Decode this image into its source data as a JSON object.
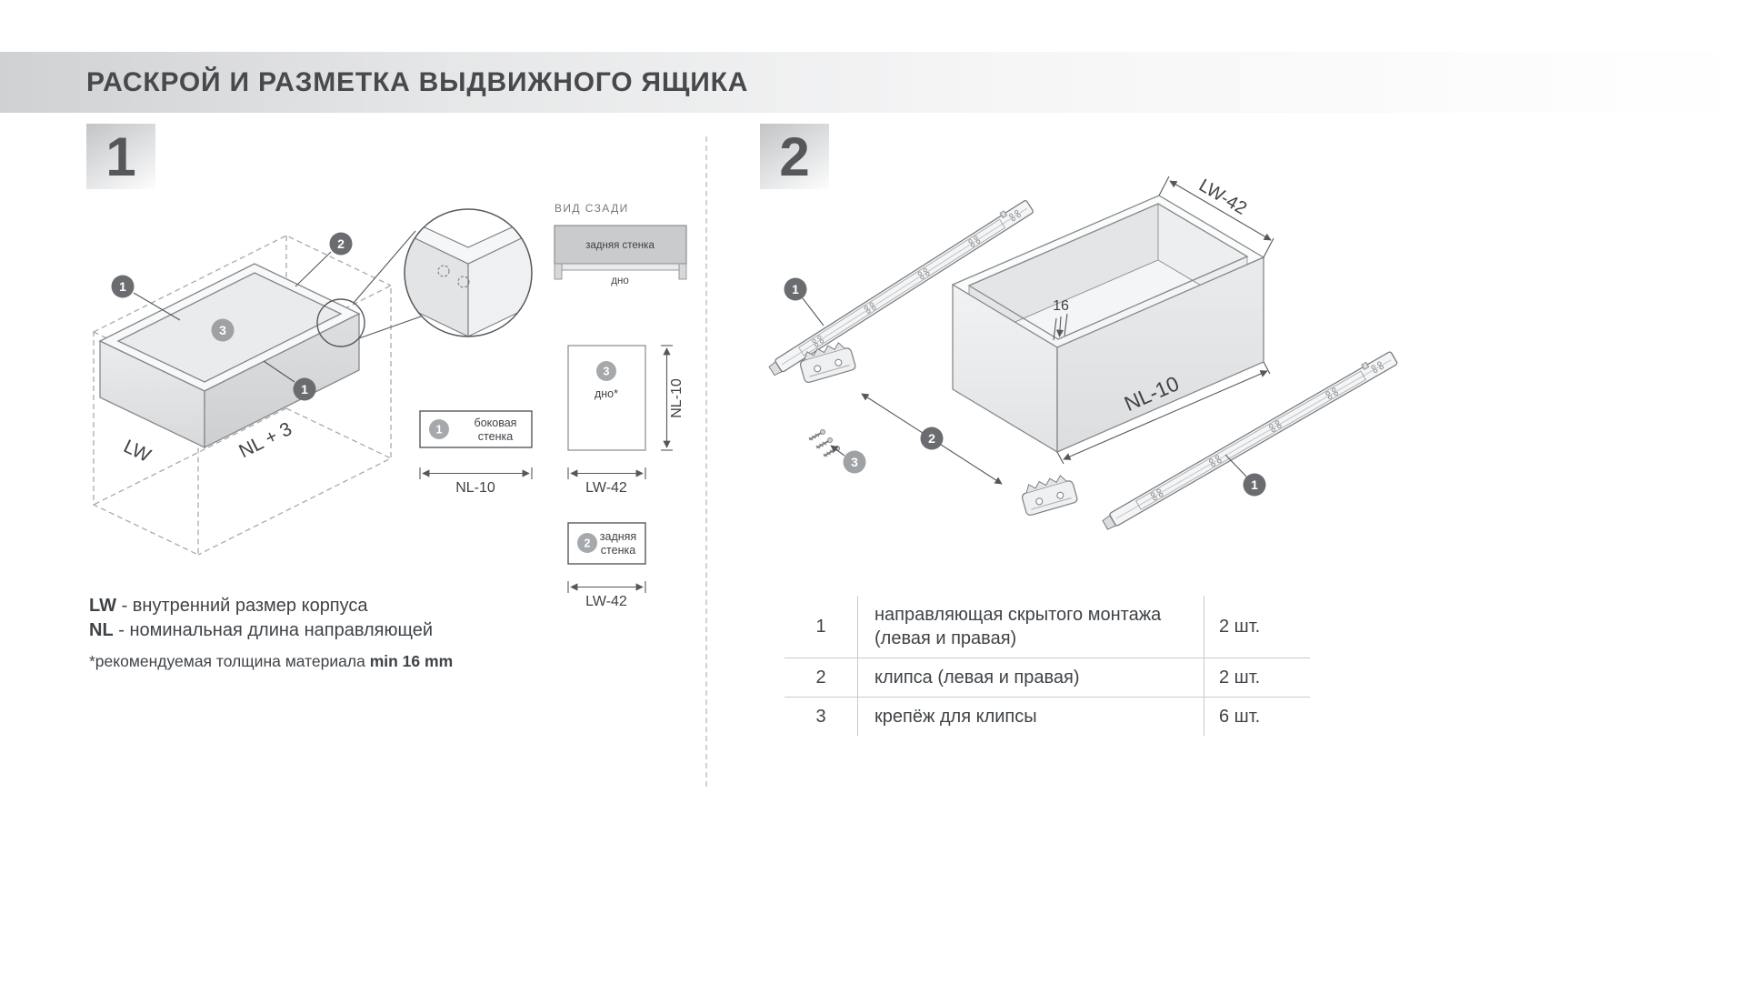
{
  "header": {
    "title": "РАСКРОЙ И РАЗМЕТКА ВЫДВИЖНОГО ЯЩИКА"
  },
  "colors": {
    "title_text": "#47494c",
    "drawing_line": "#85888b",
    "callout_dark": "#6a6c6f",
    "callout_light": "#9fa2a5",
    "badge_gray": "#a6a9ac",
    "table_line": "#c8cacc"
  },
  "section1": {
    "number": "1",
    "callouts": {
      "c1": "1",
      "c2": "2",
      "c3": "3"
    },
    "iso_dims": {
      "lw": "LW",
      "nl3": "NL + 3"
    },
    "rear_view": {
      "title": "ВИД СЗАДИ",
      "back_wall": "задняя стенка",
      "bottom": "дно"
    },
    "panels": {
      "side": {
        "badge": "1",
        "line1": "боковая",
        "line2": "стенка",
        "dim_w": "NL-10"
      },
      "bottom": {
        "badge": "3",
        "label": "дно*",
        "dim_h": "NL-10",
        "dim_w": "LW-42"
      },
      "back": {
        "badge": "2",
        "line1": "задняя",
        "line2": "стенка",
        "dim_w": "LW-42"
      }
    },
    "legend": {
      "rows": [
        {
          "term": "LW",
          "desc": "- внутренний размер корпуса"
        },
        {
          "term": "NL",
          "desc": "- номинальная длина направляющей"
        }
      ],
      "note_prefix": "*рекомендуемая толщина материала",
      "note_bold": "min 16 mm"
    }
  },
  "section2": {
    "number": "2",
    "callouts": {
      "rail": "1",
      "clip": "2",
      "screw": "3"
    },
    "dims": {
      "lw42": "LW-42",
      "nl10": "NL-10",
      "thickness": "16"
    },
    "table": {
      "rows": [
        {
          "num": "1",
          "name": "направляющая скрытого монтажа (левая и правая)",
          "qty": "2 шт."
        },
        {
          "num": "2",
          "name": "клипса (левая и правая)",
          "qty": "2 шт."
        },
        {
          "num": "3",
          "name": "крепёж для клипсы",
          "qty": "6 шт."
        }
      ]
    }
  }
}
